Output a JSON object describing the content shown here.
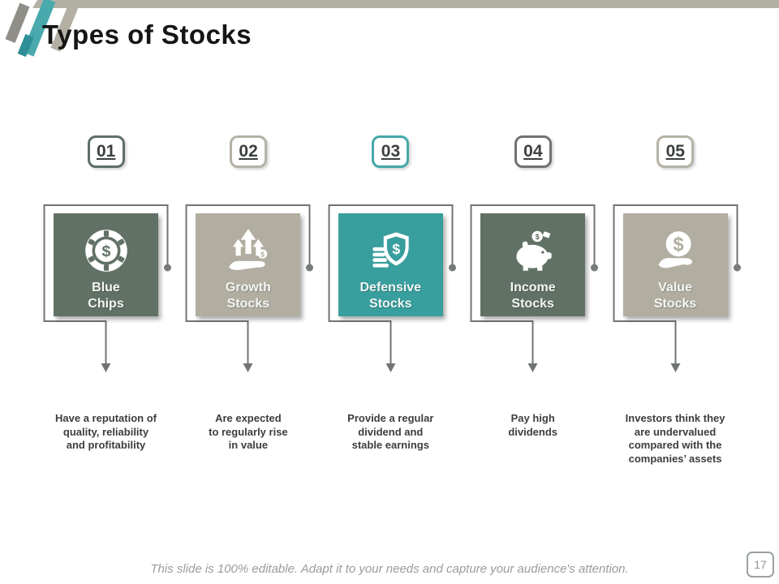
{
  "slide": {
    "title": "Types of Stocks",
    "footer_note": "This slide is 100% editable. Adapt it to your needs and capture your audience's attention.",
    "page_number": "17"
  },
  "colors": {
    "sage": "#627165",
    "beige": "#b1ada0",
    "teal": "#389e9e",
    "badge_gray_border": "#70746f",
    "badge_teal_border": "#45a8a8",
    "connector_gray": "#717571",
    "top_bar_beige": "#b3b0a4",
    "stripe_teal": "#4aa9ad",
    "stripe_dark_teal": "#2f8e96",
    "stripe_gray": "#8f8e88",
    "title_color": "#151515",
    "description_color": "#3e3d3c"
  },
  "icon_dollar": "$",
  "items": [
    {
      "number": "01",
      "icon": "poker-chip-icon",
      "label": "Blue\nChips",
      "description": "Have a reputation of\nquality, reliability\nand profitability"
    },
    {
      "number": "02",
      "icon": "growth-arrows-hand-icon",
      "label": "Growth\nStocks",
      "description": "Are expected\nto regularly rise\nin value"
    },
    {
      "number": "03",
      "icon": "shield-dollar-icon",
      "label": "Defensive\nStocks",
      "description": "Provide a regular\ndividend and\nstable earnings"
    },
    {
      "number": "04",
      "icon": "piggy-bank-icon",
      "label": "Income\nStocks",
      "description": "Pay high\ndividends"
    },
    {
      "number": "05",
      "icon": "hand-dollar-coin-icon",
      "label": "Value\nStocks",
      "description": "Investors think they\nare undervalued\ncompared with the\ncompanies’ assets"
    }
  ]
}
